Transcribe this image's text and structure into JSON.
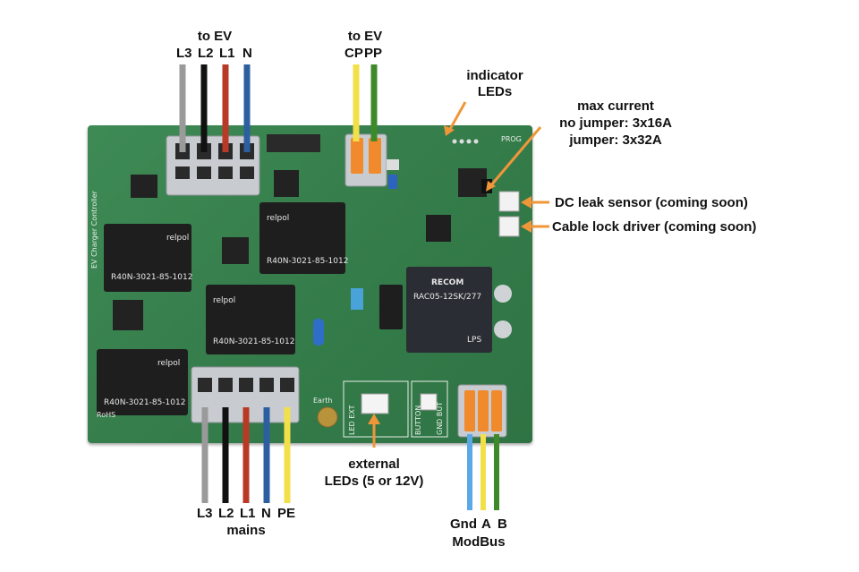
{
  "labels": {
    "to_ev_top_left": "to EV",
    "top_wires": [
      "L3",
      "L2",
      "L1",
      "N"
    ],
    "to_ev_top_right": "to EV",
    "cp": "CP",
    "pp": "PP",
    "indicator_leds": [
      "indicator",
      "LEDs"
    ],
    "max_current": [
      "max current",
      "no jumper: 3x16A",
      "jumper: 3x32A"
    ],
    "dc_leak": "DC leak sensor (coming soon)",
    "cable_lock": "Cable lock driver (coming soon)",
    "bottom_wires": [
      "L3",
      "L2",
      "L1",
      "N",
      "PE"
    ],
    "mains": "mains",
    "external_leds": [
      "external",
      "LEDs (5 or 12V)"
    ],
    "modbus_wires": [
      "Gnd",
      "A",
      "B"
    ],
    "modbus": "ModBus"
  },
  "board": {
    "edge_text": "EV Charger Controller",
    "relay_brand": "relpol",
    "relay_model": "R40N-3021-85-1012",
    "psu_brand": "RECOM",
    "psu_model": "RAC05-12SK/277",
    "psu_mark": "LPS",
    "earth": "Earth",
    "rohs": "RoHS",
    "button": "BUTTON",
    "led_ext": "LED EXT",
    "gnd_but": "GND BUT",
    "prog": "PROG"
  },
  "colors": {
    "wire_L3": "#9a9a9a",
    "wire_L2": "#111111",
    "wire_L1": "#b83a26",
    "wire_N": "#2d5fa0",
    "wire_PE": "#f2e04a",
    "wire_CP": "#f2e04a",
    "wire_PP": "#3e8a2a",
    "wire_Gnd": "#5aa8e6",
    "wire_A": "#f2e04a",
    "wire_B": "#3e8a2a",
    "arrow": "#f0963a",
    "pcb": "#3a8650"
  }
}
